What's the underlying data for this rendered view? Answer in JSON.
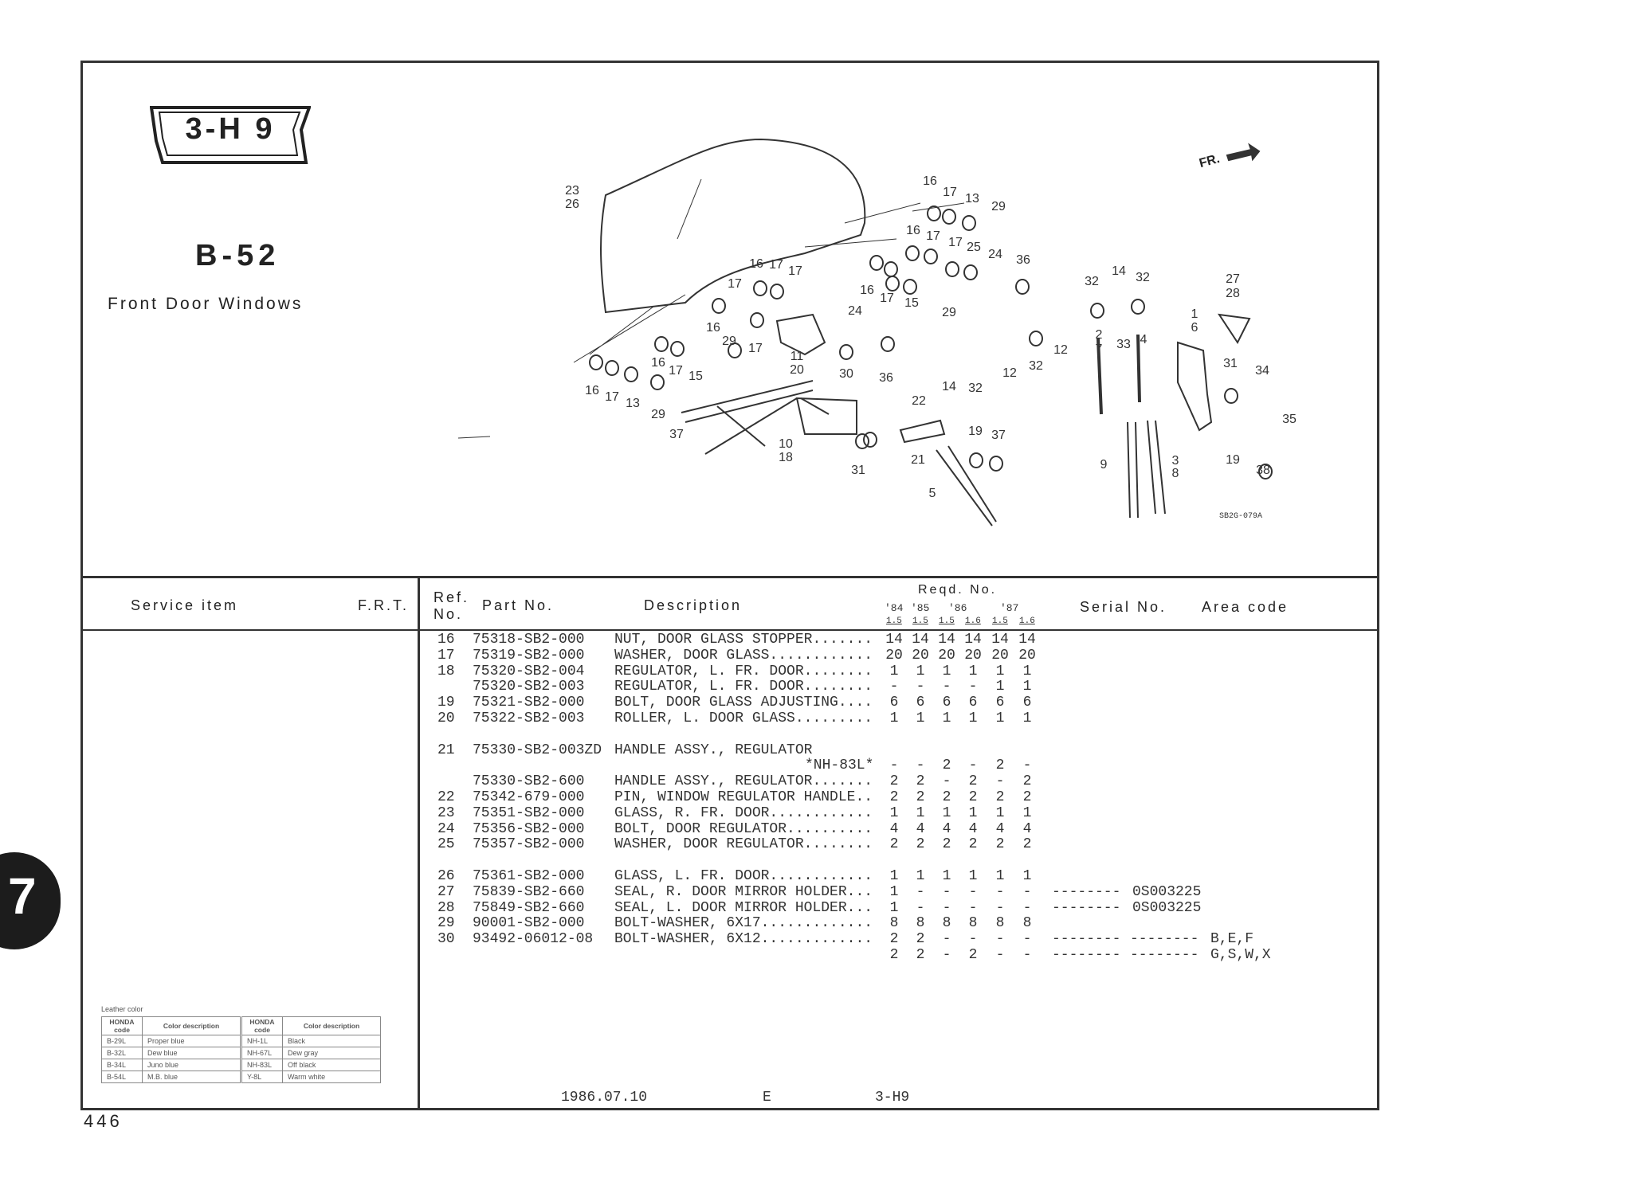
{
  "header": {
    "badge": "3-H 9",
    "group_code": "B-52",
    "group_title": "Front Door Windows",
    "direction_label": "FR.",
    "diagram_code": "SB2G-079A"
  },
  "diagram_callouts": [
    "23",
    "26",
    "16",
    "17",
    "13",
    "29",
    "16",
    "17",
    "17",
    "25",
    "24",
    "36",
    "16",
    "17",
    "17",
    "17",
    "16",
    "17",
    "15",
    "29",
    "24",
    "16",
    "29",
    "17",
    "11",
    "20",
    "30",
    "36",
    "16",
    "17",
    "15",
    "16",
    "17",
    "13",
    "29",
    "37",
    "10",
    "18",
    "31",
    "22",
    "21",
    "19",
    "37",
    "5",
    "14",
    "32",
    "12",
    "32",
    "12",
    "32",
    "14",
    "32",
    "2",
    "7",
    "33",
    "4",
    "27",
    "28",
    "1",
    "6",
    "31",
    "34",
    "35",
    "19",
    "38",
    "9",
    "3",
    "8"
  ],
  "table_header": {
    "service_item": "Service  item",
    "frt": "F.R.T.",
    "ref_no_1": "Ref.",
    "ref_no_2": "No.",
    "part_no": "Part No.",
    "description": "Description",
    "reqd_no": "Reqd. No.",
    "years": [
      "'84",
      "'85",
      "'86",
      "'87"
    ],
    "engines": [
      "1.5",
      "1.5",
      "1.5",
      "1.6",
      "1.5",
      "1.6"
    ],
    "serial_no": "Serial No.",
    "area_code": "Area  code"
  },
  "parts": [
    {
      "ref": "16",
      "part": "75318-SB2-000",
      "desc": "NUT, DOOR GLASS STOPPER.......",
      "qty": [
        "14",
        "14",
        "14",
        "14",
        "14",
        "14"
      ]
    },
    {
      "ref": "17",
      "part": "75319-SB2-000",
      "desc": "WASHER, DOOR GLASS............",
      "qty": [
        "20",
        "20",
        "20",
        "20",
        "20",
        "20"
      ]
    },
    {
      "ref": "18",
      "part": "75320-SB2-004",
      "desc": "REGULATOR, L. FR. DOOR........",
      "qty": [
        "1",
        "1",
        "1",
        "1",
        "1",
        "1"
      ]
    },
    {
      "ref": "",
      "part": "75320-SB2-003",
      "desc": "REGULATOR, L. FR. DOOR........",
      "qty": [
        "-",
        "-",
        "-",
        "-",
        "1",
        "1"
      ]
    },
    {
      "ref": "19",
      "part": "75321-SB2-000",
      "desc": "BOLT, DOOR GLASS ADJUSTING....",
      "qty": [
        "6",
        "6",
        "6",
        "6",
        "6",
        "6"
      ]
    },
    {
      "ref": "20",
      "part": "75322-SB2-003",
      "desc": "ROLLER, L. DOOR GLASS.........",
      "qty": [
        "1",
        "1",
        "1",
        "1",
        "1",
        "1"
      ]
    },
    {
      "gap": true
    },
    {
      "ref": "21",
      "part": "75330-SB2-003ZD",
      "desc": "HANDLE ASSY., REGULATOR",
      "qty": []
    },
    {
      "ref": "",
      "part": "",
      "desc": "",
      "note": "*NH-83L*",
      "qty": [
        "-",
        "-",
        "2",
        "-",
        "2",
        "-"
      ]
    },
    {
      "ref": "",
      "part": "75330-SB2-600",
      "desc": "HANDLE ASSY., REGULATOR.......",
      "qty": [
        "2",
        "2",
        "-",
        "2",
        "-",
        "2"
      ]
    },
    {
      "ref": "22",
      "part": "75342-679-000",
      "desc": "PIN, WINDOW REGULATOR HANDLE..",
      "qty": [
        "2",
        "2",
        "2",
        "2",
        "2",
        "2"
      ]
    },
    {
      "ref": "23",
      "part": "75351-SB2-000",
      "desc": "GLASS, R. FR. DOOR............",
      "qty": [
        "1",
        "1",
        "1",
        "1",
        "1",
        "1"
      ]
    },
    {
      "ref": "24",
      "part": "75356-SB2-000",
      "desc": "BOLT, DOOR REGULATOR..........",
      "qty": [
        "4",
        "4",
        "4",
        "4",
        "4",
        "4"
      ]
    },
    {
      "ref": "25",
      "part": "75357-SB2-000",
      "desc": "WASHER, DOOR REGULATOR........",
      "qty": [
        "2",
        "2",
        "2",
        "2",
        "2",
        "2"
      ]
    },
    {
      "gap": true
    },
    {
      "ref": "26",
      "part": "75361-SB2-000",
      "desc": "GLASS, L. FR. DOOR............",
      "qty": [
        "1",
        "1",
        "1",
        "1",
        "1",
        "1"
      ]
    },
    {
      "ref": "27",
      "part": "75839-SB2-660",
      "desc": "SEAL, R. DOOR MIRROR HOLDER...",
      "qty": [
        "1",
        "-",
        "-",
        "-",
        "-",
        "-"
      ],
      "serial_from": "--------",
      "serial_to": "0S003225"
    },
    {
      "ref": "28",
      "part": "75849-SB2-660",
      "desc": "SEAL, L. DOOR MIRROR HOLDER...",
      "qty": [
        "1",
        "-",
        "-",
        "-",
        "-",
        "-"
      ],
      "serial_from": "--------",
      "serial_to": "0S003225"
    },
    {
      "ref": "29",
      "part": "90001-SB2-000",
      "desc": "BOLT-WASHER, 6X17.............",
      "qty": [
        "8",
        "8",
        "8",
        "8",
        "8",
        "8"
      ]
    },
    {
      "ref": "30",
      "part": "93492-06012-08",
      "desc": "BOLT-WASHER, 6X12.............",
      "qty": [
        "2",
        "2",
        "-",
        "-",
        "-",
        "-"
      ],
      "serial_from": "--------",
      "serial_to": "--------",
      "area": "B,E,F"
    },
    {
      "ref": "",
      "part": "",
      "desc": "",
      "qty": [
        "2",
        "2",
        "-",
        "2",
        "-",
        "-"
      ],
      "serial_from": "--------",
      "serial_to": "--------",
      "area": "G,S,W,X"
    }
  ],
  "leather_color": {
    "title": "Leather color",
    "headers": [
      "HONDA code",
      "Color description",
      "HONDA code",
      "Color description"
    ],
    "rows": [
      [
        "B-29L",
        "Proper blue",
        "NH-1L",
        "Black"
      ],
      [
        "B-32L",
        "Dew blue",
        "NH-67L",
        "Dew gray"
      ],
      [
        "B-34L",
        "Juno blue",
        "NH-83L",
        "Off black"
      ],
      [
        "B-54L",
        "M.B. blue",
        "Y-8L",
        "Warm white"
      ]
    ]
  },
  "footer": {
    "date": "1986.07.10",
    "edition": "E",
    "page_code": "3-H9",
    "page_number": "446",
    "section_tab": "7"
  }
}
